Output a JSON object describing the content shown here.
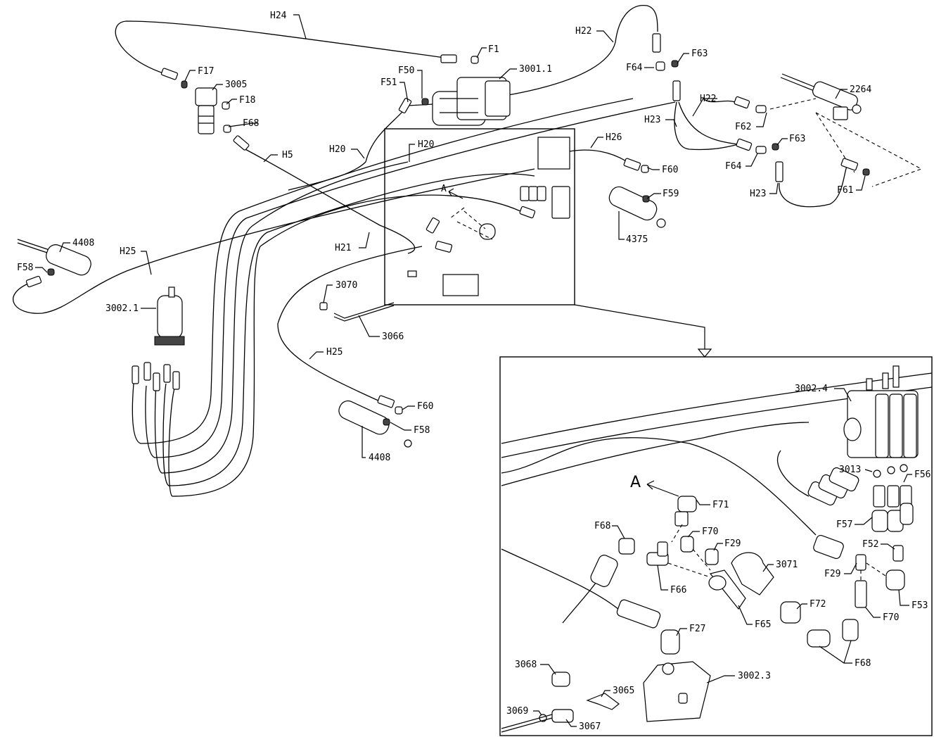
{
  "labels": {
    "h24": "H24",
    "f1": "F1",
    "h22_top": "H22",
    "f64_top": "F64",
    "f63_top": "F63",
    "f17": "F17",
    "p3005": "3005",
    "f18": "F18",
    "f68_top": "F68",
    "h5": "H5",
    "f50": "F50",
    "f51": "F51",
    "p3001_1": "3001.1",
    "p2264": "2264",
    "h22_mid": "H22",
    "h23_mid": "H23",
    "f62": "F62",
    "f63_mid": "F63",
    "f64_mid": "F64",
    "h23_low": "H23",
    "f61": "F61",
    "h20_left": "H20",
    "h20_box": "H20",
    "h26": "H26",
    "f60_mid": "F60",
    "f59": "F59",
    "p4375": "4375",
    "a_small": "A",
    "h21": "H21",
    "p4408_left": "4408",
    "h25_left": "H25",
    "f58_left": "F58",
    "p3002_1": "3002.1",
    "p3070": "3070",
    "p3066": "3066",
    "h25_low": "H25",
    "f60_low": "F60",
    "f58_low": "F58",
    "p4408_low": "4408",
    "p3002_4": "3002.4",
    "p3013": "3013",
    "f56": "F56",
    "a_big": "A",
    "f71": "F71",
    "f68_det": "F68",
    "f70_det": "F70",
    "f29_det": "F29",
    "p3071": "3071",
    "f57": "F57",
    "f52": "F52",
    "f29_det2": "F29",
    "f66": "F66",
    "f65": "F65",
    "f72": "F72",
    "f53": "F53",
    "f70_det2": "F70",
    "f27": "F27",
    "f68_det2": "F68",
    "p3068": "3068",
    "p3065": "3065",
    "p3002_3": "3002.3",
    "p3069": "3069",
    "p3067": "3067"
  }
}
